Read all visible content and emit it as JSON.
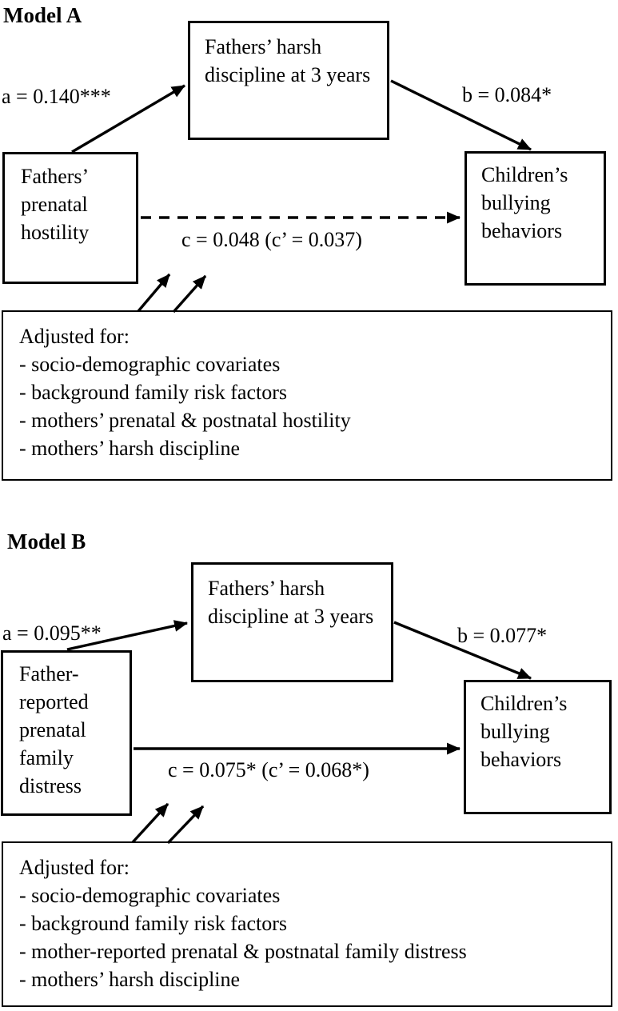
{
  "figure": {
    "models": [
      {
        "title": "Model A",
        "mediator": "Fathers’ harsh discipline at 3 years",
        "predictor": "Fathers’ prenatal hostility",
        "outcome": "Children’s bullying behaviors",
        "path_a_label": "a = 0.140***",
        "path_b_label": "b = 0.084*",
        "path_c_label": "c = 0.048 (c’ = 0.037)",
        "c_path_style": "dashed",
        "adjusted": {
          "heading": "Adjusted for:",
          "items": [
            "- socio-demographic covariates",
            "- background family risk factors",
            "- mothers’ prenatal & postnatal hostility",
            "- mothers’ harsh discipline"
          ]
        }
      },
      {
        "title": "Model B",
        "mediator": "Fathers’ harsh discipline at 3 years",
        "predictor": "Father-reported prenatal family distress",
        "outcome": "Children’s bullying behaviors",
        "path_a_label": "a = 0.095**",
        "path_b_label": "b = 0.077*",
        "path_c_label": "c = 0.075* (c’ = 0.068*)",
        "c_path_style": "solid",
        "adjusted": {
          "heading": "Adjusted for:",
          "items": [
            "- socio-demographic covariates",
            "- background family risk factors",
            "- mother-reported prenatal & postnatal family distress",
            "- mothers’ harsh discipline"
          ]
        }
      }
    ]
  }
}
